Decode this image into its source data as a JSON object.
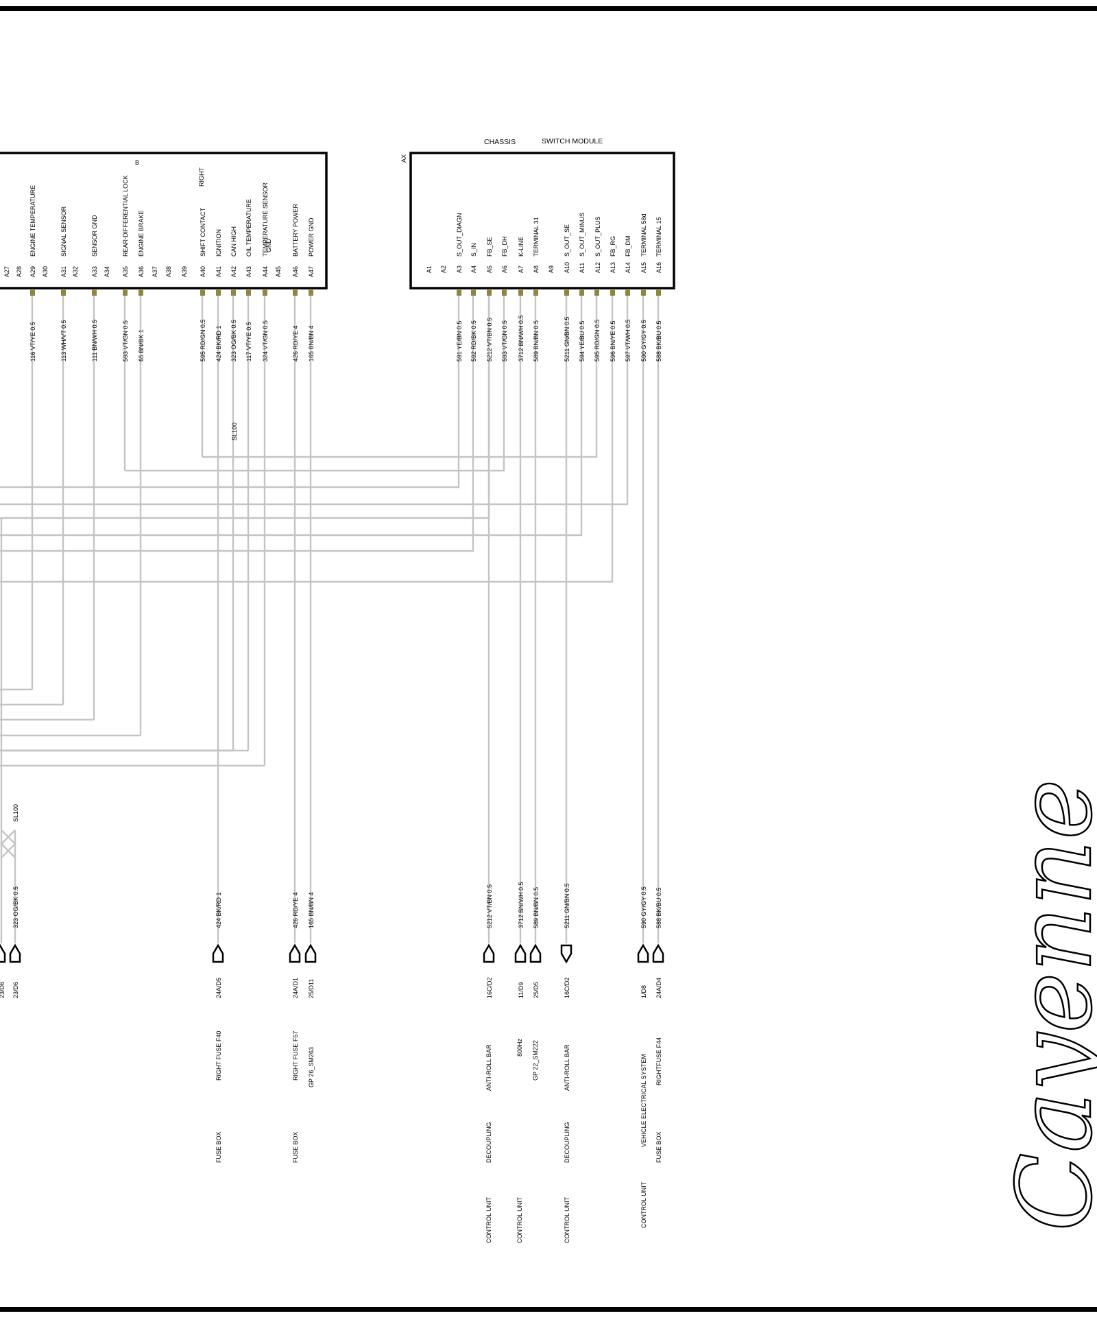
{
  "sheet": {
    "border_color": "#000000",
    "wire_color": "#c4c4c4",
    "pin_color": "#8c8840",
    "logo_text": "Cayenne"
  },
  "modules": [
    {
      "id": "left-module",
      "title": "",
      "code": "",
      "pins": [
        {
          "pin": "A27",
          "label": ""
        },
        {
          "pin": "A28",
          "label": ""
        },
        {
          "pin": "A29",
          "label": "ENGINE TEMPERATURE"
        },
        {
          "pin": "A30",
          "label": ""
        },
        {
          "pin": "A31",
          "label": "SIGNAL   SENSOR"
        },
        {
          "pin": "A32",
          "label": ""
        },
        {
          "pin": "A33",
          "label": "SENSOR        GND"
        },
        {
          "pin": "A34",
          "label": ""
        },
        {
          "pin": "A35",
          "label": "REAR-DIFFERENTIAL LOCK"
        },
        {
          "pin": "A36",
          "label": "ENGINE BRAKE"
        },
        {
          "pin": "A37",
          "label": ""
        },
        {
          "pin": "A38",
          "label": ""
        },
        {
          "pin": "A39",
          "label": ""
        },
        {
          "pin": "A40",
          "label": "SHIFT CONTACT"
        },
        {
          "pin": "A41",
          "label": "IGNITION"
        },
        {
          "pin": "A42",
          "label": "CAN HIGH"
        },
        {
          "pin": "A43",
          "label": "OIL TEMPERATURE"
        },
        {
          "pin": "A44",
          "label": "TEMPERATURE  SENSOR"
        },
        {
          "pin": "A45",
          "label": ""
        },
        {
          "pin": "A46",
          "label": "BATTERY     POWER"
        },
        {
          "pin": "A47",
          "label": "POWER   GND"
        }
      ],
      "extra_labels": {
        "lock_b": "B",
        "right": "RIGHT",
        "gnd": "GND"
      }
    },
    {
      "id": "switch-module",
      "title": "SWITCH MODULE",
      "code": "AX",
      "area": "CHASSIS",
      "pins": [
        {
          "pin": "A1",
          "label": ""
        },
        {
          "pin": "A2",
          "label": ""
        },
        {
          "pin": "A3",
          "label": "S_OUT_DIAGN"
        },
        {
          "pin": "A4",
          "label": "S_IN"
        },
        {
          "pin": "A5",
          "label": "FB_SE"
        },
        {
          "pin": "A6",
          "label": "FB_DH"
        },
        {
          "pin": "A7",
          "label": "K-LINE"
        },
        {
          "pin": "A8",
          "label": "TERMINAL 31"
        },
        {
          "pin": "A9",
          "label": ""
        },
        {
          "pin": "A10",
          "label": "S_OUT_SE"
        },
        {
          "pin": "A11",
          "label": "S_OUT_MINUS"
        },
        {
          "pin": "A12",
          "label": "S_OUT_PLUS"
        },
        {
          "pin": "A13",
          "label": "FB_RG"
        },
        {
          "pin": "A14",
          "label": "FB_DM"
        },
        {
          "pin": "A15",
          "label": "TERMINAL 58d"
        },
        {
          "pin": "A16",
          "label": "TERMINAL 15"
        }
      ]
    }
  ],
  "wire_labels_top": [
    "116 VT/YE 0.5",
    "113 WH/VT 0.5",
    "111 BN/WH 0.5",
    "593 VT/GN 0.5",
    "65 BN/BK 1",
    "595 RD/GN 0.5",
    "424 BK/RD 1",
    "323 OG/BK 0.5",
    "117 VT/YE 0.5",
    "324 VT/GN 0.5",
    "426 RD/YE 4",
    "165 BN/BN 4",
    "591 YE/BN 0.5",
    "592 RD/BK 0.5",
    "5212 VT/BN 0.5",
    "593 VT/GN 0.5",
    "3712 BN/WH 0.5",
    "589 BN/BN 0.5",
    "5211 GN/BN 0.5",
    "594 YE/BU 0.5",
    "595 RD/GN 0.5",
    "596 BN/YE 0.5",
    "597 VT/WH 0.5",
    "590 GY/GY 0.5",
    "588 BK/BU 0.5"
  ],
  "splices": [
    "SL100",
    "SL100"
  ],
  "wire_labels_bottom": [
    "323 OG/BK 0.5",
    "424 BK/RD 1",
    "426 RD/YE 4",
    "165 BN/BN 4",
    "5212 VT/BN 0.5",
    "3712 BN/WH 0.5",
    "589 BN/BN 0.5",
    "5211 GN/BN 0.5",
    "590 GY/GY 0.5",
    "588 BK/BU 0.5"
  ],
  "refs": [
    "23/D6",
    "23/D6",
    "24A/D5",
    "24A/D1",
    "25/D11",
    "16C/D2",
    "11/D9",
    "25/D5",
    "16C/D2",
    "1/D8",
    "24A/D4"
  ],
  "destinations": [
    {
      "group": "FUSE BOX",
      "line1": "RIGHT   FUSE F40"
    },
    {
      "group": "FUSE BOX",
      "line1": "RIGHT   FUSE F57",
      "line2": "GP 26_SM263"
    },
    {
      "group": "CONTROL UNIT",
      "line1": "DECOUPLING",
      "line2": "ANTI-ROLL BAR"
    },
    {
      "group": "CONTROL UNIT",
      "line1": "800Hz",
      "line2": "GP 22_SM222"
    },
    {
      "group": "CONTROL UNIT",
      "line1": "DECOUPLING",
      "line2": "ANTI-ROLL BAR"
    },
    {
      "group": "CONTROL UNIT",
      "line1": "VEHICLE ELECTRICAL SYSTEM",
      "line2": "FUSE BOX",
      "line3": "RIGHTFUSE F44"
    }
  ]
}
